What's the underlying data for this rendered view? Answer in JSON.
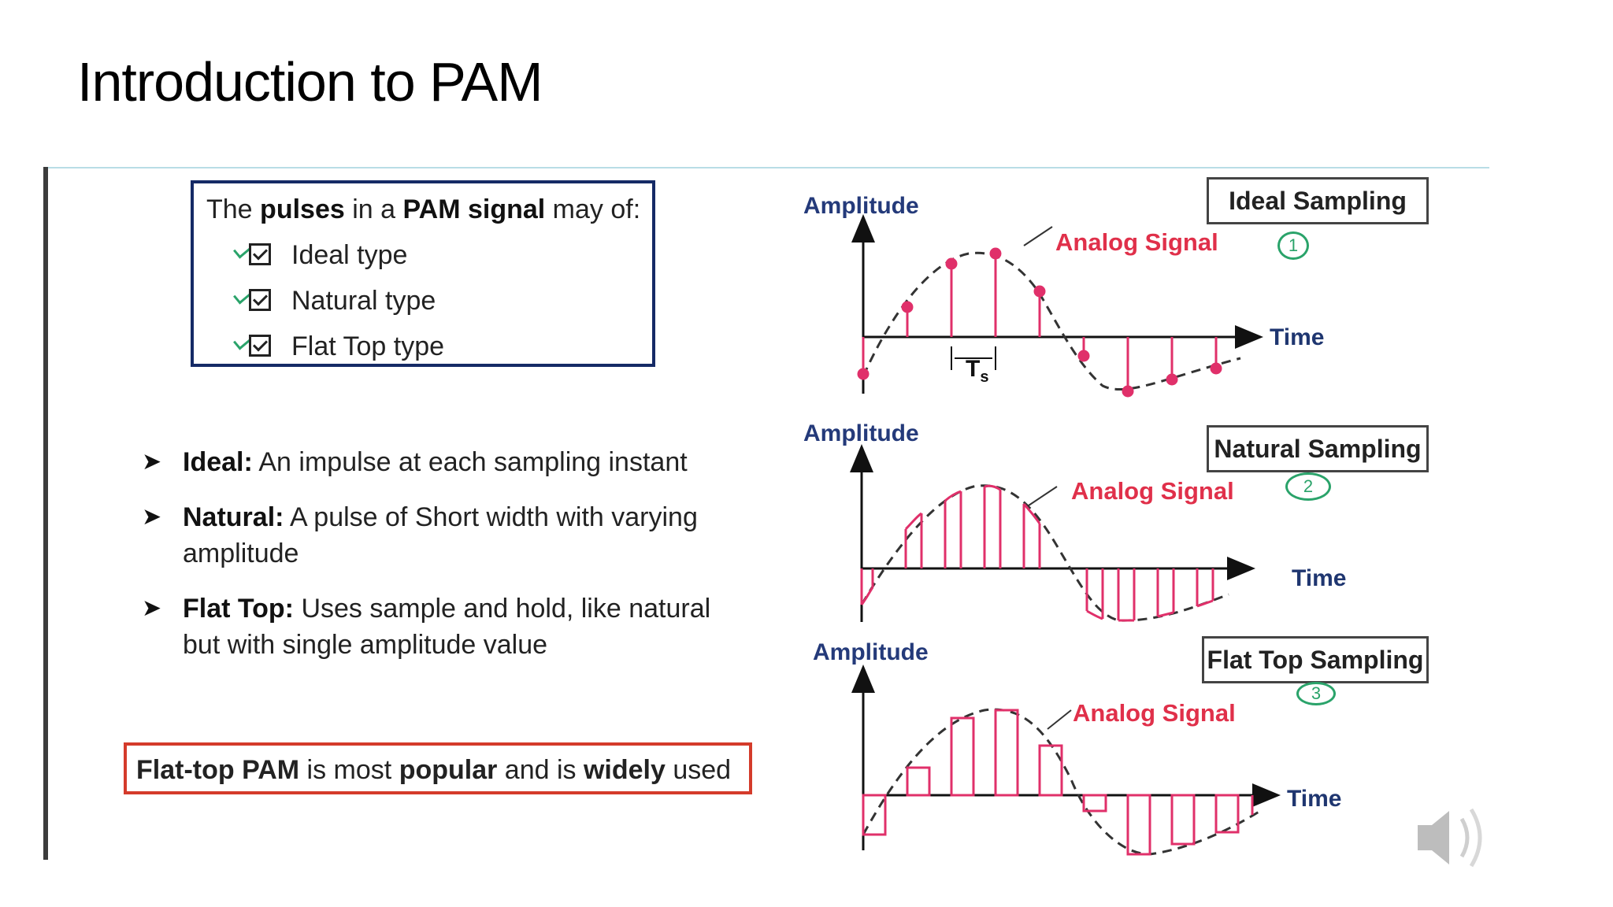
{
  "slide": {
    "title": "Introduction to PAM"
  },
  "pulse_box": {
    "heading_pre": "The ",
    "heading_b1": "pulses",
    "heading_mid": " in a ",
    "heading_b2": "PAM signal",
    "heading_post": " may of:",
    "types": [
      "Ideal type",
      "Natural type",
      "Flat Top type"
    ]
  },
  "bullets": [
    {
      "bold": "Ideal:",
      "text": " An impulse at each sampling instant"
    },
    {
      "bold": "Natural:",
      "text": " A pulse of Short width with varying amplitude"
    },
    {
      "bold": "Flat Top:",
      "text": " Uses sample and hold, like natural but with single amplitude value"
    }
  ],
  "summary": {
    "b1": "Flat-top PAM",
    "t1": " is most ",
    "b2": "popular",
    "t2": " and is ",
    "b3": "widely",
    "t3": " used"
  },
  "plots": [
    {
      "title": "Ideal Sampling",
      "amp": "Amplitude",
      "analog": "Analog Signal",
      "time": "Time",
      "ts": "T",
      "ts_sub": "s",
      "number": "1"
    },
    {
      "title": "Natural Sampling",
      "amp": "Amplitude",
      "analog": "Analog Signal",
      "time": "Time",
      "number": "2"
    },
    {
      "title": "Flat Top Sampling",
      "amp": "Amplitude",
      "analog": "Analog Signal",
      "time": "Time",
      "number": "3"
    }
  ],
  "colors": {
    "pulse_color": "#e0306a",
    "box_border_blue": "#152a66",
    "box_border_red": "#d43b2b",
    "annotation_green": "#2aa36a"
  },
  "icons": {
    "speaker": "speaker-icon"
  }
}
